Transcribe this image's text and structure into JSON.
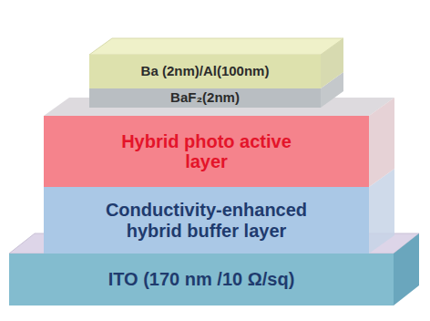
{
  "diagram": {
    "nodes": [
      {
        "text": [
          "Ba (2nm)/Al(100nm)"
        ]
      },
      {
        "text": [
          "BaF₂(2nm)"
        ]
      },
      {
        "text": [
          "Hybrid photo active layer"
        ]
      },
      {
        "text": [
          "Conductivity-enhanced hybrid buffer layer"
        ]
      },
      {
        "text": [
          "ITO (170 nm /10 Ω/sq)"
        ]
      }
    ]
  }
}
